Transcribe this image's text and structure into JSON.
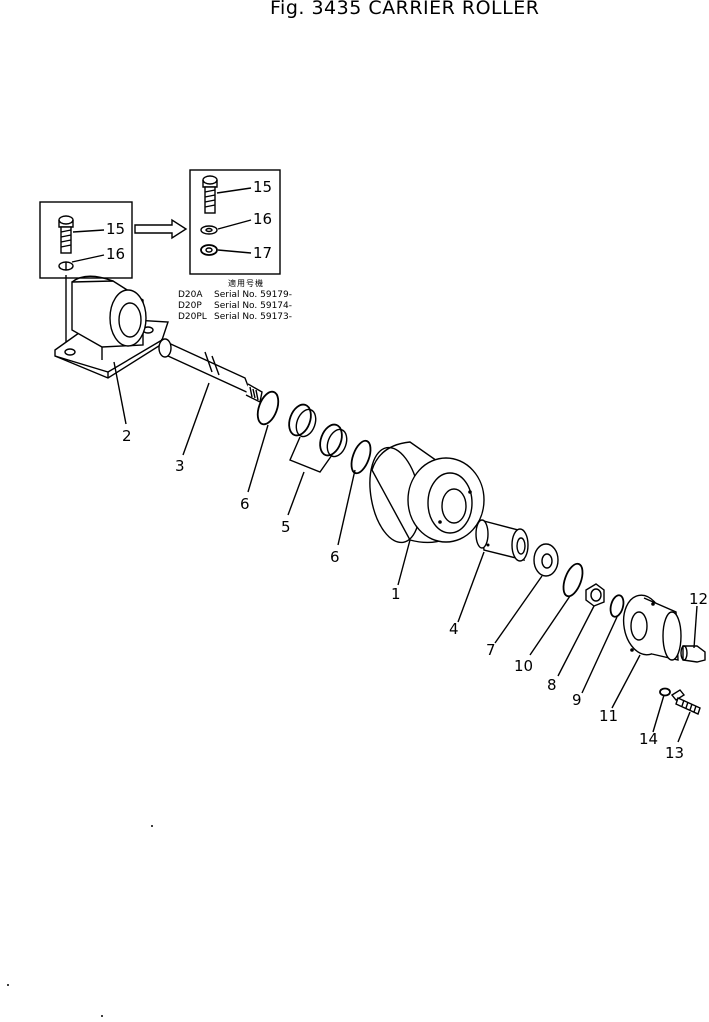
{
  "title": "Fig. 3435 CARRIER ROLLER",
  "applicability": {
    "heading": "適用号機",
    "rows": [
      {
        "model": "D20A",
        "serial": "Serial No. 59179-"
      },
      {
        "model": "D20P",
        "serial": "Serial No. 59174-"
      },
      {
        "model": "D20PL",
        "serial": "Serial No. 59173-"
      }
    ]
  },
  "inset_left": {
    "labels": [
      "15",
      "16"
    ]
  },
  "inset_right": {
    "labels": [
      "15",
      "16",
      "17"
    ]
  },
  "part_labels": [
    "1",
    "2",
    "3",
    "4",
    "5",
    "6",
    "6",
    "7",
    "8",
    "9",
    "10",
    "11",
    "12",
    "13",
    "14"
  ]
}
